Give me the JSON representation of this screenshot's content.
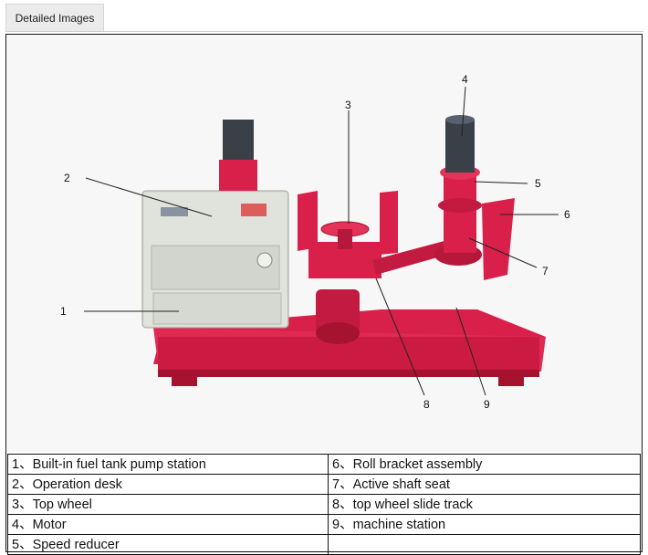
{
  "tab": {
    "label": "Detailed Images"
  },
  "photo": {
    "callouts": [
      "1",
      "2",
      "3",
      "4",
      "5",
      "6",
      "7",
      "8",
      "9"
    ]
  },
  "spec_table": {
    "rows": [
      [
        "1、Built-in fuel tank pump station",
        "6、Roll bracket assembly"
      ],
      [
        "2、Operation desk",
        "7、Active shaft seat"
      ],
      [
        "3、Top wheel",
        "8、top wheel slide track"
      ],
      [
        "4、Motor",
        "9、machine station"
      ],
      [
        "5、Speed reducer",
        ""
      ]
    ]
  },
  "colors": {
    "machine_red": "#d8204a",
    "machine_red_dark": "#a5132f",
    "cabinet_gray": "#d9dcd5",
    "motor_gray": "#3a4048"
  }
}
